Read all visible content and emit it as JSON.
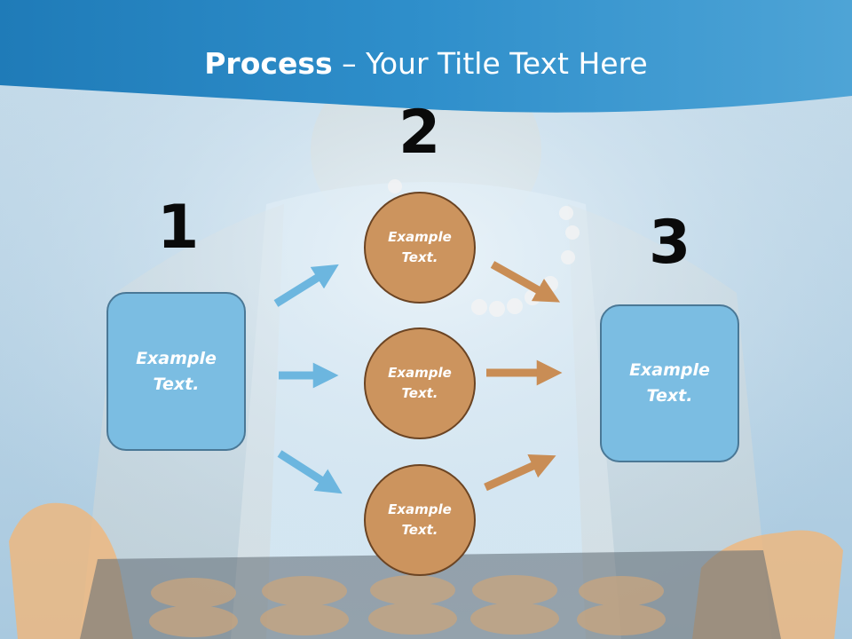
{
  "slide": {
    "title_bold": "Process",
    "title_rest": " – Your Title Text Here"
  },
  "steps": {
    "one": {
      "number": "1",
      "box_text": "Example\nText."
    },
    "two": {
      "number": "2",
      "circles": [
        "Example\nText.",
        "Example\nText.",
        "Example\nText."
      ]
    },
    "three": {
      "number": "3",
      "box_text": "Example\nText."
    }
  },
  "colors": {
    "header_blue": "#2a86c2",
    "box_fill": "#7bbde2",
    "circle_fill": "#cc945e",
    "blue_arrow": "#6cb6df",
    "tan_arrow": "#c98d55"
  }
}
